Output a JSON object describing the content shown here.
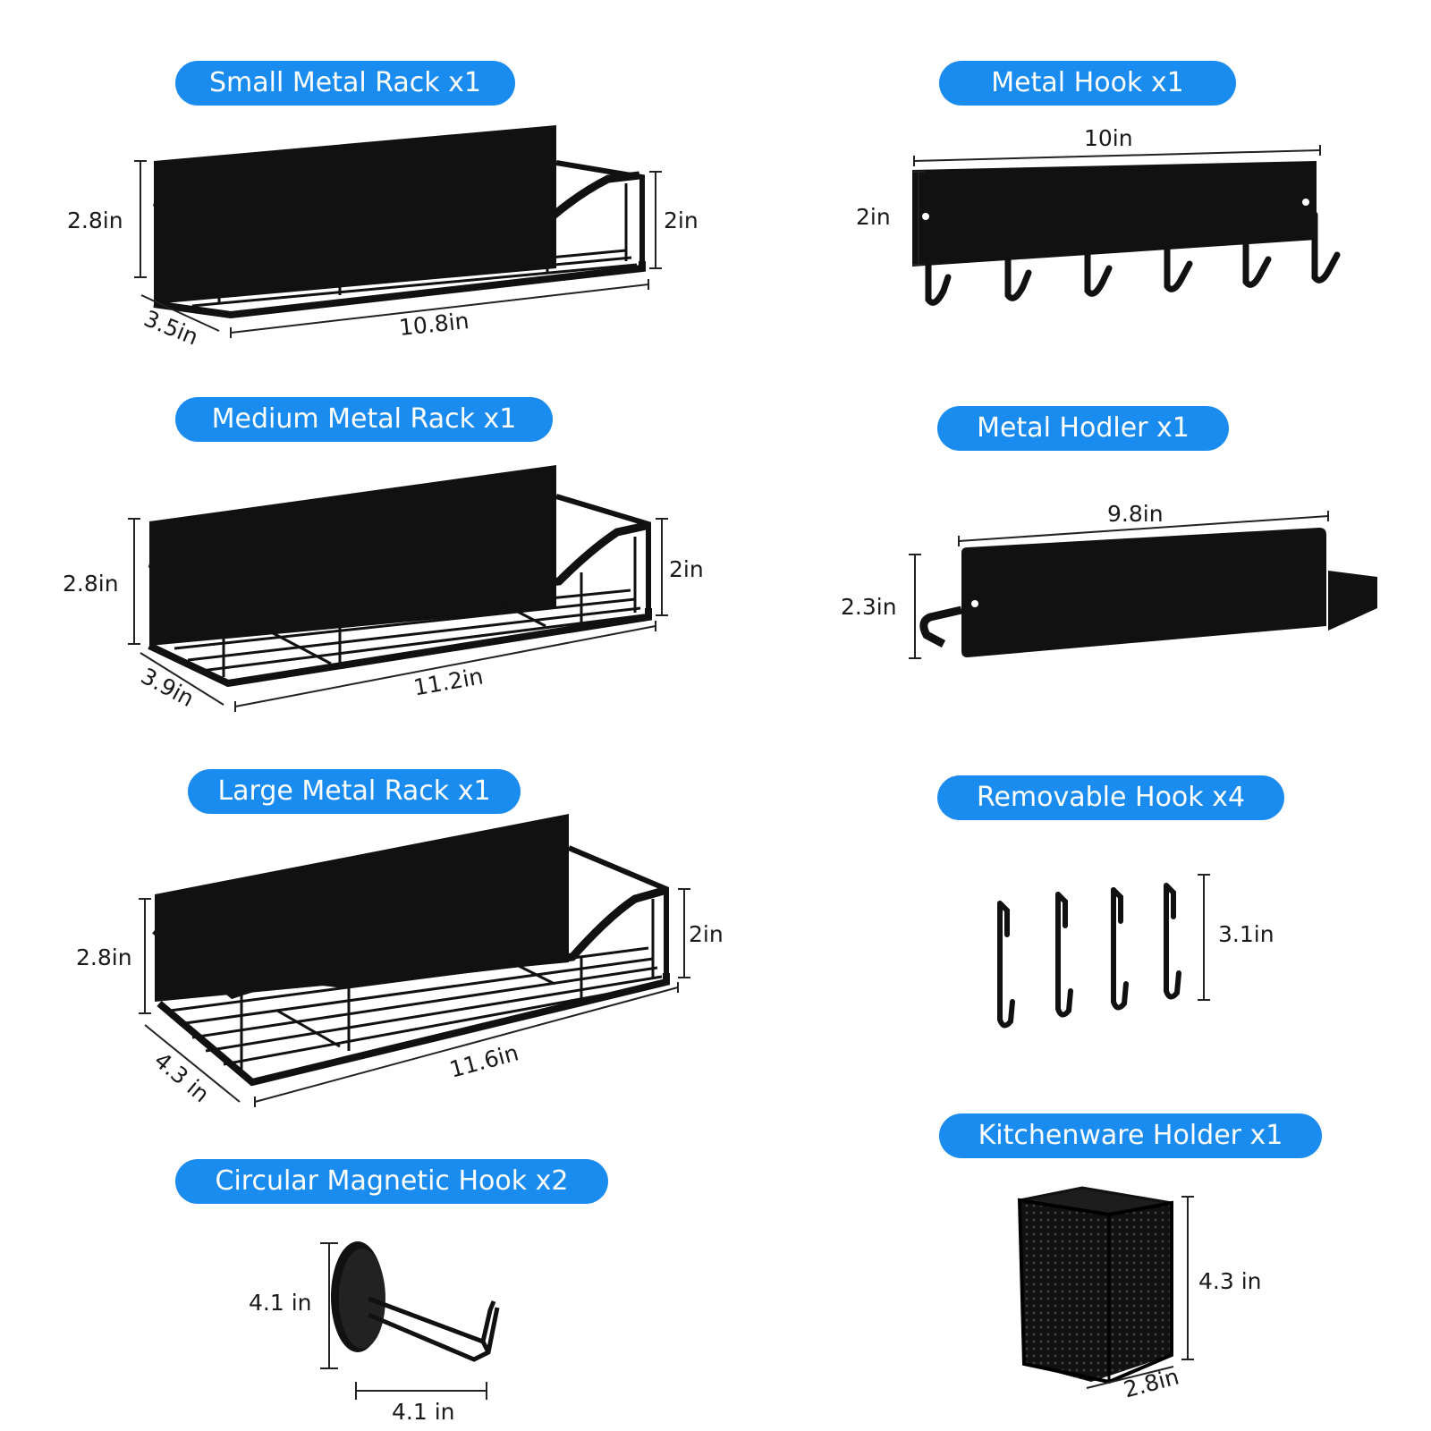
{
  "labels": {
    "small_rack": "Small Metal Rack x1",
    "medium_rack": "Medium Metal Rack x1",
    "large_rack": "Large Metal Rack x1",
    "circular_hook": "Circular Magnetic Hook  x2",
    "metal_hook": "Metal Hook x1",
    "metal_holder": "Metal Hodler x1",
    "removable_hook": "Removable Hook x4",
    "kitchenware_holder": "Kitchenware Holder x1"
  },
  "dimensions": {
    "small_rack": {
      "height": "2.8in",
      "inner_height": "2in",
      "depth": "3.5in",
      "length": "10.8in"
    },
    "medium_rack": {
      "height": "2.8in",
      "inner_height": "2in",
      "depth": "3.9in",
      "length": "11.2in"
    },
    "large_rack": {
      "height": "2.8in",
      "inner_height": "2in",
      "depth": "4.3 in",
      "length": "11.6in"
    },
    "circular_hook": {
      "height": "4.1 in",
      "width": "4.1 in"
    },
    "metal_hook": {
      "length": "10in",
      "height": "2in"
    },
    "metal_holder": {
      "length": "9.8in",
      "height": "2.3in"
    },
    "removable_hook": {
      "height": "3.1in"
    },
    "kitchenware_holder": {
      "height": "4.3 in",
      "width": "2.8in"
    }
  },
  "colors": {
    "pill": "#1a8cf0",
    "product": "#111111"
  }
}
